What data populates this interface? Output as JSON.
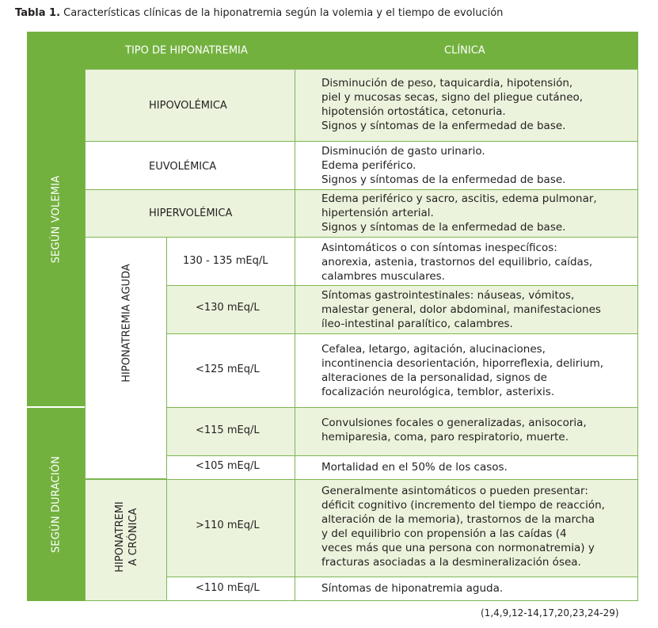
{
  "title_bold": "Tabla 1.",
  "title_rest": " Características clínicas de la hiponatremia según la volemia y el tiempo de evolución",
  "header": {
    "tipo": "TIPO DE HIPONATREMIA",
    "clinica": "CLÍNICA"
  },
  "sides": {
    "volemia": "SEGÚN VOLEMIA",
    "duracion": "SEGÚN DURACIÓN"
  },
  "groups": {
    "aguda": "HIPONATREMIA AGUDA",
    "cronica_line1": "HIPONATREMI",
    "cronica_line2": "A CRÓNICA"
  },
  "volemia_rows": [
    {
      "type": "HIPOVOLÉMICA",
      "clinica": [
        "Disminución de peso, taquicardia, hipotensión,",
        "piel y mucosas secas, signo del pliegue cutáneo,",
        "hipotensión ortostática, cetonuria.",
        "Signos y síntomas de la enfermedad de base."
      ]
    },
    {
      "type": "EUVOLÉMICA",
      "clinica": [
        "Disminución de gasto urinario.",
        "Edema periférico.",
        "Signos y síntomas de la enfermedad de base."
      ]
    },
    {
      "type": "HIPERVOLÉMICA",
      "clinica": [
        "Edema periférico y sacro, ascitis, edema pulmonar,",
        "hipertensión arterial.",
        "Signos y síntomas de la enfermedad de base."
      ]
    }
  ],
  "aguda_rows": [
    {
      "range": "130 - 135 mEq/L",
      "clinica": [
        "Asintomáticos o con síntomas inespecíficos:",
        "anorexia, astenia, trastornos del equilibrio, caídas,",
        "calambres musculares."
      ]
    },
    {
      "range": "<130 mEq/L",
      "clinica": [
        "Síntomas gastrointestinales: náuseas, vómitos,",
        "malestar general, dolor abdominal, manifestaciones",
        "íleo-intestinal paralítico, calambres."
      ]
    },
    {
      "range": "<125 mEq/L",
      "clinica": [
        "Cefalea, letargo, agitación, alucinaciones,",
        "incontinencia desorientación, hiporreflexia, delirium,",
        "alteraciones de la personalidad, signos de",
        "focalización neurológica, temblor, asterixis."
      ]
    },
    {
      "range": "<115 mEq/L",
      "clinica": [
        "Convulsiones focales o generalizadas, anisocoria,",
        "hemiparesia, coma, paro respiratorio, muerte."
      ]
    },
    {
      "range": "<105 mEq/L",
      "clinica": [
        "Mortalidad en el 50% de los casos."
      ]
    }
  ],
  "cronica_rows": [
    {
      "range": ">110 mEq/L",
      "clinica": [
        "Generalmente asintomáticos o pueden presentar:",
        "déficit cognitivo (incremento del tiempo de reacción,",
        "alteración de la memoria), trastornos de la marcha",
        "y del equilibrio con propensión a las caídas (4",
        "veces más que una persona con normonatremia) y",
        "fracturas asociadas a la desmineralización ósea."
      ]
    },
    {
      "range": "<110 mEq/L",
      "clinica": [
        "Síntomas de hiponatremia aguda."
      ]
    }
  ],
  "source": "(1,4,9,12-14,17,20,23,24-29)"
}
